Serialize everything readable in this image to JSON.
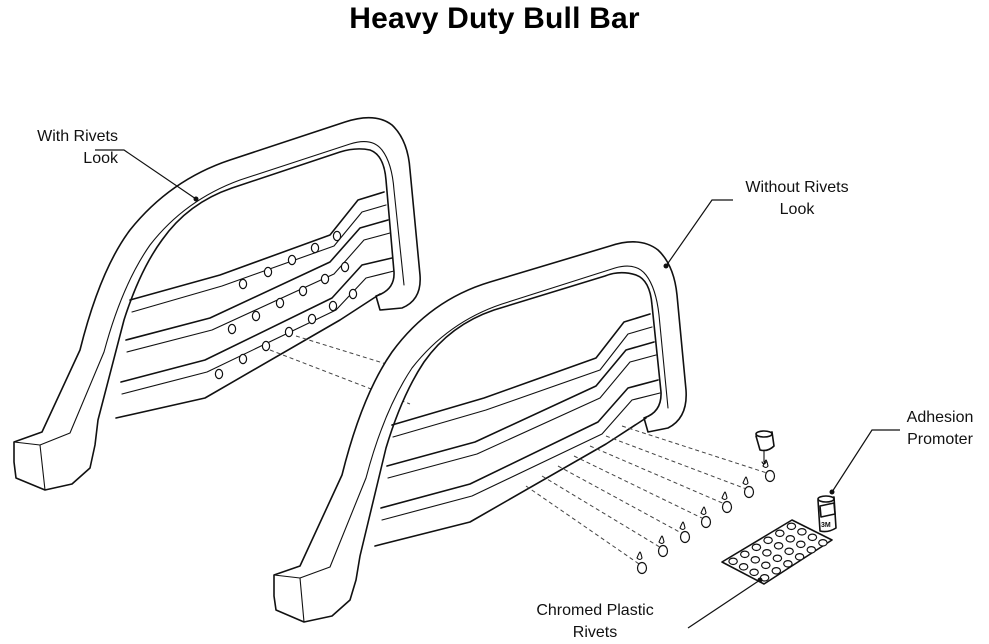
{
  "title": "Heavy Duty Bull Bar",
  "callouts": {
    "with_rivets": [
      "With Rivets",
      "Look"
    ],
    "without_rivets": [
      "Without Rivets",
      "Look"
    ],
    "adhesion": [
      "Adhesion",
      "Promoter"
    ],
    "chromed": [
      "Chromed Plastic",
      "Rivets"
    ]
  },
  "bottle_label": "3M"
}
